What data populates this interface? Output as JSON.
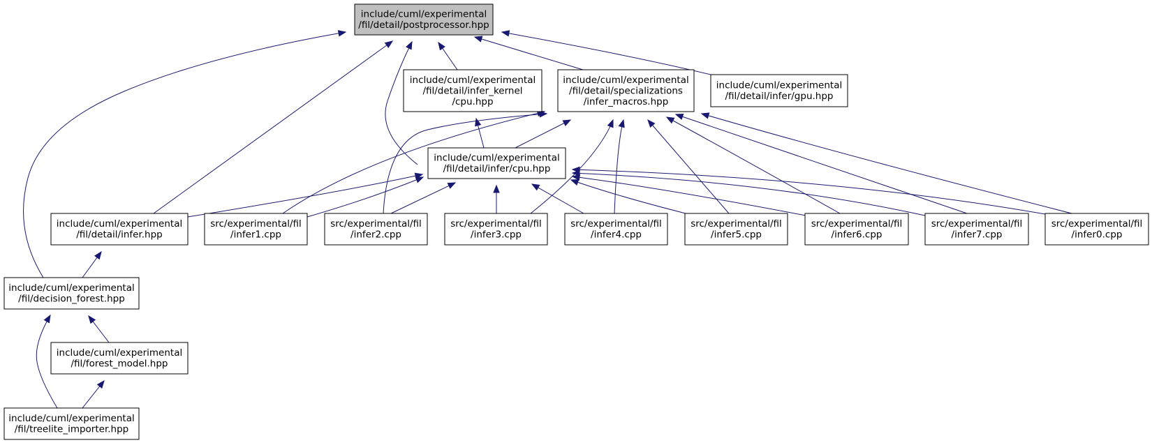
{
  "nodes": [
    {
      "id": "postprocessor",
      "lines": [
        "include/cuml/experimental",
        "/fil/detail/postprocessor.hpp"
      ],
      "root": true
    },
    {
      "id": "infer_kernel_cpu",
      "lines": [
        "include/cuml/experimental",
        "/fil/detail/infer_kernel",
        "/cpu.hpp"
      ]
    },
    {
      "id": "infer_macros",
      "lines": [
        "include/cuml/experimental",
        "/fil/detail/specializations",
        "/infer_macros.hpp"
      ]
    },
    {
      "id": "infer_gpu",
      "lines": [
        "include/cuml/experimental",
        "/fil/detail/infer/gpu.hpp"
      ]
    },
    {
      "id": "infer_cpu",
      "lines": [
        "include/cuml/experimental",
        "/fil/detail/infer/cpu.hpp"
      ]
    },
    {
      "id": "detail_infer",
      "lines": [
        "include/cuml/experimental",
        "/fil/detail/infer.hpp"
      ]
    },
    {
      "id": "src_infer1",
      "lines": [
        "src/experimental/fil",
        "/infer1.cpp"
      ]
    },
    {
      "id": "src_infer2",
      "lines": [
        "src/experimental/fil",
        "/infer2.cpp"
      ]
    },
    {
      "id": "src_infer3",
      "lines": [
        "src/experimental/fil",
        "/infer3.cpp"
      ]
    },
    {
      "id": "src_infer4",
      "lines": [
        "src/experimental/fil",
        "/infer4.cpp"
      ]
    },
    {
      "id": "src_infer5",
      "lines": [
        "src/experimental/fil",
        "/infer5.cpp"
      ]
    },
    {
      "id": "src_infer6",
      "lines": [
        "src/experimental/fil",
        "/infer6.cpp"
      ]
    },
    {
      "id": "src_infer7",
      "lines": [
        "src/experimental/fil",
        "/infer7.cpp"
      ]
    },
    {
      "id": "src_infer0",
      "lines": [
        "src/experimental/fil",
        "/infer0.cpp"
      ]
    },
    {
      "id": "decision_forest",
      "lines": [
        "include/cuml/experimental",
        "/fil/decision_forest.hpp"
      ]
    },
    {
      "id": "forest_model",
      "lines": [
        "include/cuml/experimental",
        "/fil/forest_model.hpp"
      ]
    },
    {
      "id": "treelite_importer",
      "lines": [
        "include/cuml/experimental",
        "/fil/treelite_importer.hpp"
      ]
    }
  ],
  "edges": [
    {
      "from": "detail_infer",
      "to": "postprocessor"
    },
    {
      "from": "decision_forest",
      "to": "postprocessor"
    },
    {
      "from": "infer_cpu",
      "to": "postprocessor"
    },
    {
      "from": "infer_kernel_cpu",
      "to": "postprocessor"
    },
    {
      "from": "infer_macros",
      "to": "postprocessor"
    },
    {
      "from": "infer_gpu",
      "to": "postprocessor"
    },
    {
      "from": "infer_cpu",
      "to": "infer_kernel_cpu"
    },
    {
      "from": "infer_cpu",
      "to": "infer_macros"
    },
    {
      "from": "src_infer1",
      "to": "infer_macros"
    },
    {
      "from": "src_infer2",
      "to": "infer_macros"
    },
    {
      "from": "src_infer3",
      "to": "infer_macros"
    },
    {
      "from": "src_infer4",
      "to": "infer_macros"
    },
    {
      "from": "src_infer5",
      "to": "infer_macros"
    },
    {
      "from": "src_infer6",
      "to": "infer_macros"
    },
    {
      "from": "src_infer7",
      "to": "infer_macros"
    },
    {
      "from": "src_infer0",
      "to": "infer_macros"
    },
    {
      "from": "detail_infer",
      "to": "infer_cpu"
    },
    {
      "from": "src_infer1",
      "to": "infer_cpu"
    },
    {
      "from": "src_infer2",
      "to": "infer_cpu"
    },
    {
      "from": "src_infer3",
      "to": "infer_cpu"
    },
    {
      "from": "src_infer4",
      "to": "infer_cpu"
    },
    {
      "from": "src_infer5",
      "to": "infer_cpu"
    },
    {
      "from": "src_infer6",
      "to": "infer_cpu"
    },
    {
      "from": "src_infer7",
      "to": "infer_cpu"
    },
    {
      "from": "src_infer0",
      "to": "infer_cpu"
    },
    {
      "from": "decision_forest",
      "to": "detail_infer"
    },
    {
      "from": "forest_model",
      "to": "decision_forest"
    },
    {
      "from": "treelite_importer",
      "to": "decision_forest"
    },
    {
      "from": "treelite_importer",
      "to": "forest_model"
    }
  ],
  "colors": {
    "edge": "#191970",
    "root_fill": "#bfbfbf",
    "node_fill": "#ffffff",
    "node_stroke": "#000000"
  }
}
